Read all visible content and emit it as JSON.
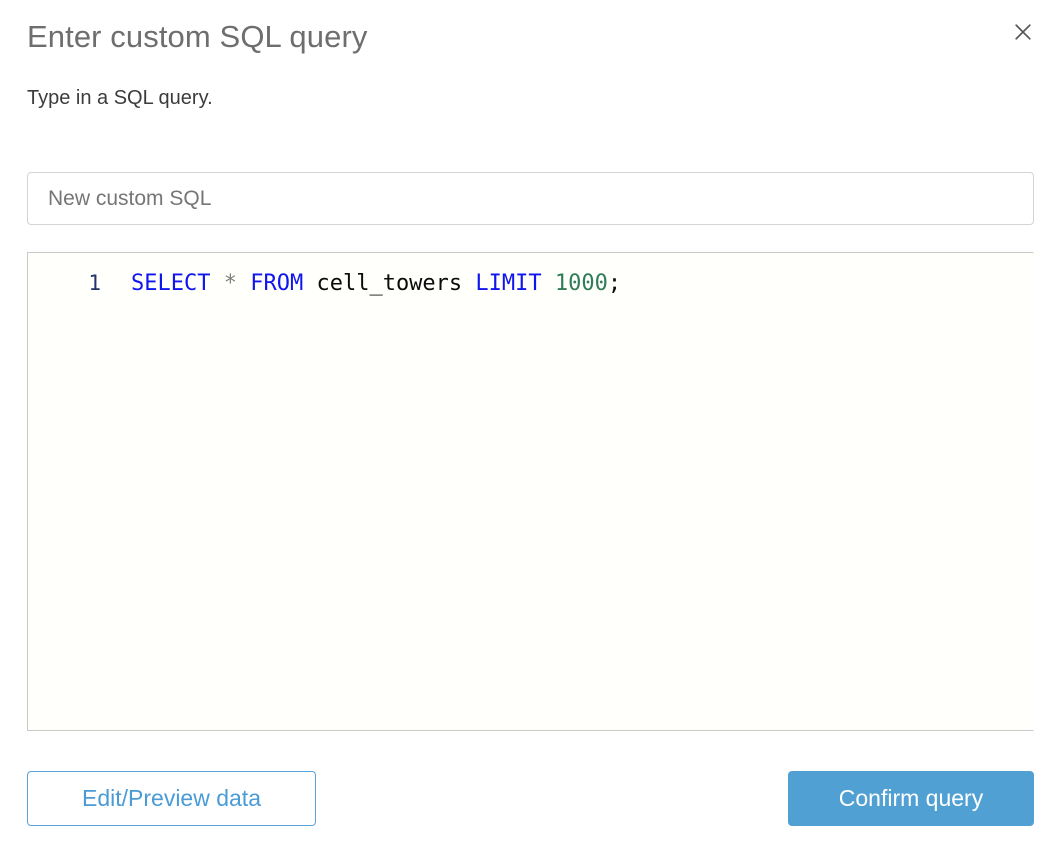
{
  "dialog": {
    "title": "Enter custom SQL query",
    "subtitle": "Type in a SQL query.",
    "close_icon": "close-icon"
  },
  "name_field": {
    "value": "",
    "placeholder": "New custom SQL"
  },
  "editor": {
    "line_number": "1",
    "tokens": {
      "select": "SELECT",
      "star": "*",
      "from": "FROM",
      "table": "cell_towers",
      "limit": "LIMIT",
      "row_count": "1000",
      "semicolon": ";"
    },
    "full_query": "SELECT * FROM cell_towers LIMIT 1000;"
  },
  "footer": {
    "secondary_label": "Edit/Preview data",
    "primary_label": "Confirm query"
  },
  "colors": {
    "accent_blue": "#51a0d4",
    "outline_blue": "#5ba4da",
    "keyword_blue": "#0f15ee",
    "number_green": "#2f7d54",
    "gutter_navy": "#25336b",
    "title_gray": "#6e6e6e",
    "text_gray": "#3c3c3c",
    "border_gray": "#d4d4d4"
  }
}
